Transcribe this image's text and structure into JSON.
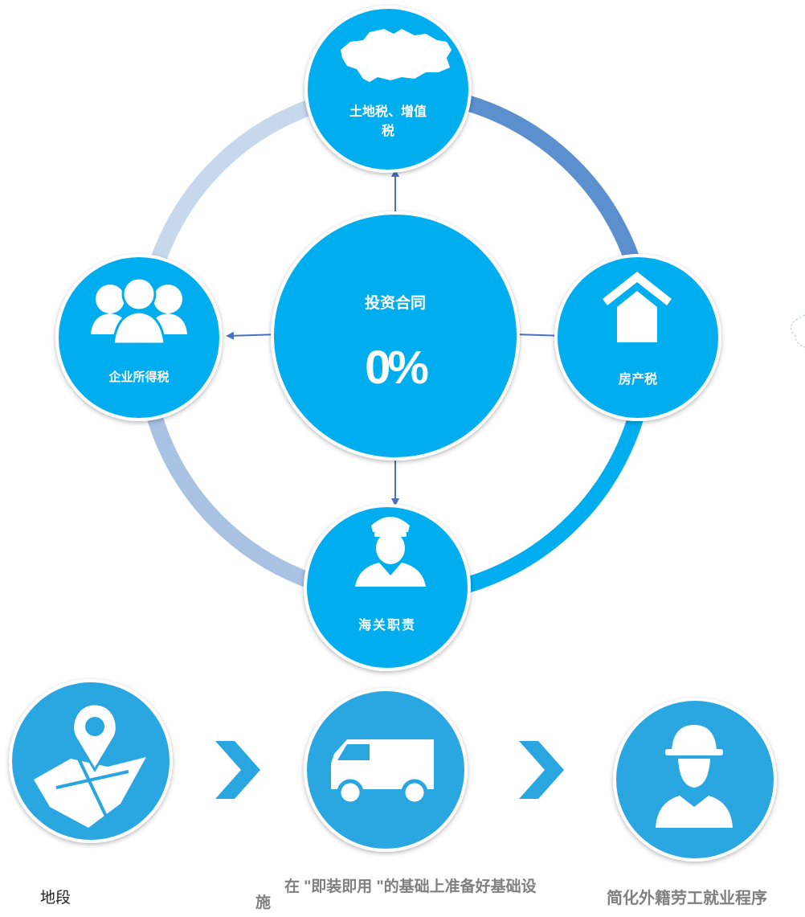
{
  "cycle": {
    "center": {
      "title": "投资合同",
      "value": "0%"
    },
    "nodes": {
      "top": {
        "label": "土地税、增值税",
        "icon": "map-kazakhstan-icon"
      },
      "right": {
        "label": "房产税",
        "icon": "house-icon"
      },
      "bottom": {
        "label": "海关职责",
        "icon": "customs-officer-icon"
      },
      "left": {
        "label": "企业所得税",
        "icon": "people-group-icon"
      }
    },
    "ring_colors": [
      "#5b8fcd",
      "#00aeef",
      "#a9c2e3",
      "#c7d7ec"
    ]
  },
  "steps": [
    {
      "label": "地段",
      "icon": "map-pin-icon"
    },
    {
      "label": "在 \"即装即用 \"的基础上准备好基础设施",
      "icon": "truck-icon"
    },
    {
      "label": "简化外籍劳工就业程序",
      "icon": "worker-helmet-icon"
    }
  ],
  "colors": {
    "primary": "#00aeef",
    "arrow": "#4a70c0",
    "step": "#29a6e0"
  }
}
